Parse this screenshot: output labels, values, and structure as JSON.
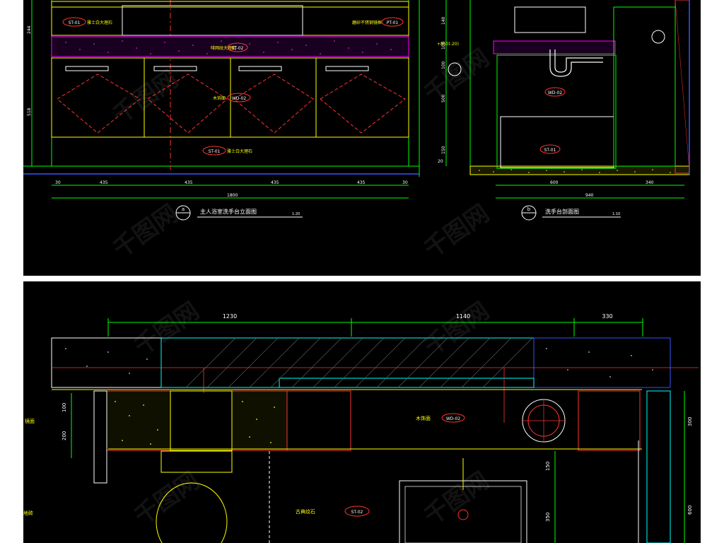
{
  "top": {
    "left_title": "主人浴室洗手台立面图",
    "left_marker": "a",
    "left_scale": "1:20",
    "right_title": "洗手台剖面图",
    "right_marker": "b",
    "right_scale": "1:10",
    "left_dims": [
      "30",
      "435",
      "435",
      "435",
      "435",
      "30"
    ],
    "left_total": "1800",
    "left_vdims": [
      "244",
      "518"
    ],
    "right_dims": [
      "600",
      "340"
    ],
    "right_total": "940",
    "right_vdims": [
      "140",
      "100",
      "100",
      "500",
      "150",
      "20"
    ],
    "tags": [
      "ST-01",
      "ST-02",
      "ST-01",
      "WD-02",
      "PT-01",
      "WD-02",
      "ST-01"
    ],
    "labels": {
      "marble_top": "雅士白大理石",
      "mirror": "磨砂不锈钢镜框",
      "wood": "木饰面",
      "stone_note": "啡网纹大理石",
      "section_note": "+850(-20)"
    }
  },
  "bottom": {
    "dims_top": [
      "1230",
      "1140",
      "330"
    ],
    "vdims_left": [
      "100",
      "200"
    ],
    "vdims_right": [
      "300",
      "150",
      "350",
      "600"
    ],
    "tags": [
      "WD-02",
      "ST-02"
    ],
    "labels": {
      "wood_panel": "木饰面",
      "stone": "古典纹石",
      "mirror_left": "镜面",
      "floor_left": "地砖"
    }
  },
  "watermark": "千图网"
}
